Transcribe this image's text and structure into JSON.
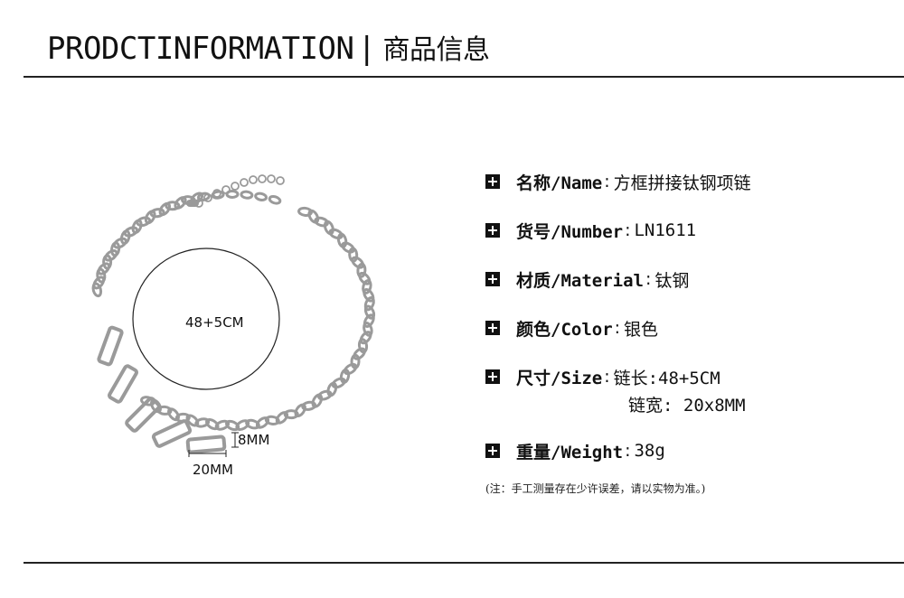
{
  "header": {
    "title_en": "PRODCTINFORMATION",
    "separator": "|",
    "title_cn": "商品信息"
  },
  "figure": {
    "inner_circle_label": "48+5CM",
    "height_label": "8MM",
    "width_label": "20MM"
  },
  "spec": [
    {
      "label": "名称/Name",
      "value": "方框拼接钛钢项链"
    },
    {
      "label": "货号/Number",
      "value": "LN1611"
    },
    {
      "label": "材质/Material",
      "value": "钛钢"
    },
    {
      "label": "颜色/Color",
      "value": "银色"
    },
    {
      "label": "尺寸/Size",
      "value": "链长:48+5CM",
      "value2": "链宽: 20x8MM"
    },
    {
      "label": "重量/Weight",
      "value": "38g"
    }
  ],
  "note": "(注：手工测量存在少许误差，请以实物为准。)",
  "colors": {
    "text": "#111111",
    "metal": "#9a9a9a",
    "rule": "#222222"
  }
}
